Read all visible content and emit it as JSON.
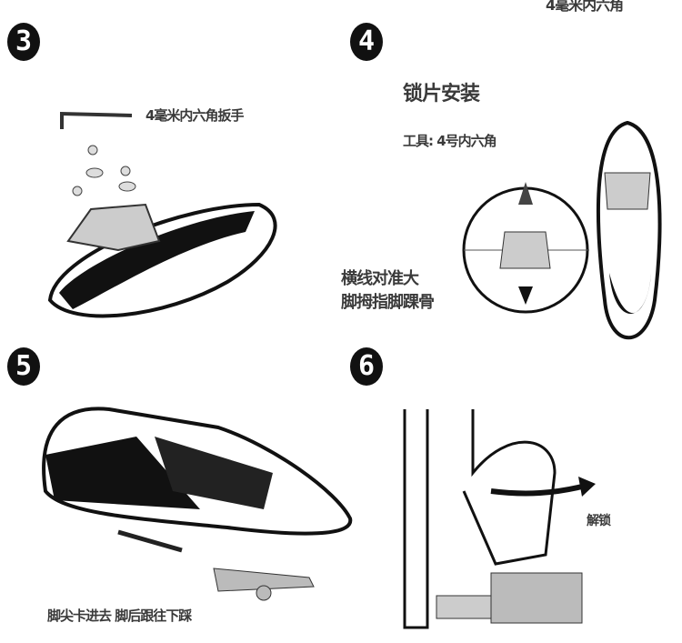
{
  "top_cut_text": "4毫米内六角",
  "steps": [
    {
      "number": "3",
      "label": "4毫米内六角扳手"
    },
    {
      "number": "4",
      "title": "锁片安装",
      "tool": "工具: 4号内六角",
      "note_line1": "横线对准大",
      "note_line2": "脚拇指脚踝骨"
    },
    {
      "number": "5",
      "label": "脚尖卡进去 脚后跟往下踩"
    },
    {
      "number": "6",
      "label": "解锁"
    }
  ]
}
